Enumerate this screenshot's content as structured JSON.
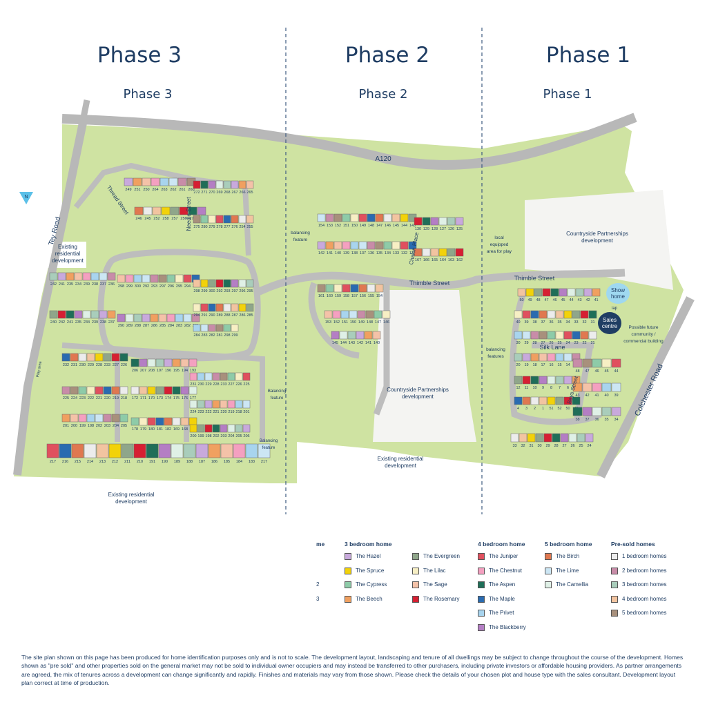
{
  "phases": [
    {
      "title": "Phase 3",
      "subtitle": "Phase 3"
    },
    {
      "title": "Phase 2",
      "subtitle": "Phase 2"
    },
    {
      "title": "Phase 1",
      "subtitle": "Phase 1"
    }
  ],
  "roads": {
    "a120": "A120",
    "tey_road": "Tey Road",
    "colchester_road": "Colchester Road",
    "thimble_street_p2": "Thimble Street",
    "thimble_street_p1": "Thimble Street",
    "silk_lane": "Silk Lane",
    "bays_street": "Bays Street",
    "needle_street": "Needle Street",
    "thread_street": "Thread Street",
    "chalon_place": "Chalon Place"
  },
  "areas": {
    "existing_residential_left": "Existing residential development",
    "existing_residential_bottom_left": "Existing residential development",
    "existing_residential_bottom_mid": "Existing residential development",
    "countryside_mid": "Countryside Partnerships development",
    "countryside_right": "Countryside Partnerships development",
    "balancing_feature_p2": "balancing feature",
    "balancing_features_p1": "balancing features",
    "balancing_feature_1": "Balancing feature",
    "balancing_feature_2": "Balancing feature",
    "local_play": "local equipped area for play",
    "future_community": "Possible future community / commercial building",
    "play_area": "Play area",
    "lap": "lap"
  },
  "badges": {
    "show_home": "Show home",
    "sales_centre": "Sales centre",
    "north": "N"
  },
  "plot_numbers_sample": {
    "p3_top": [
      "249",
      "251",
      "250",
      "264",
      "263",
      "262",
      "261",
      "260",
      "272",
      "271",
      "270",
      "269",
      "268",
      "267",
      "266",
      "265"
    ],
    "p3_mid": [
      "246",
      "245",
      "252",
      "258",
      "257",
      "256",
      "274",
      "273",
      "275",
      "280",
      "279",
      "278",
      "277",
      "276",
      "254",
      "255"
    ],
    "p3_block2": [
      "298",
      "299",
      "300",
      "292",
      "293",
      "297",
      "296",
      "295",
      "294",
      "291",
      "290",
      "289",
      "288",
      "287",
      "286",
      "285",
      "284",
      "283",
      "282",
      "281"
    ],
    "p3_left": [
      "242",
      "241",
      "235",
      "234",
      "239",
      "238",
      "237",
      "236",
      "240"
    ],
    "p3_bottom": [
      "232",
      "231",
      "230",
      "229",
      "228",
      "233",
      "227",
      "226",
      "225",
      "224",
      "223",
      "222",
      "221",
      "220",
      "219",
      "218",
      "201",
      "200",
      "199",
      "198",
      "202",
      "203",
      "204",
      "205",
      "206",
      "207",
      "208",
      "197",
      "196",
      "195",
      "194",
      "193",
      "172",
      "171",
      "170",
      "173",
      "174",
      "175",
      "176",
      "177",
      "178",
      "179",
      "180",
      "181",
      "182",
      "169",
      "168"
    ],
    "p3_row": [
      "217",
      "216",
      "215",
      "214",
      "213",
      "212",
      "211",
      "210",
      "191",
      "190",
      "189",
      "188",
      "187",
      "186",
      "185",
      "184",
      "183"
    ],
    "p2": [
      "154",
      "153",
      "152",
      "151",
      "150",
      "149",
      "148",
      "147",
      "146",
      "145",
      "144",
      "143",
      "142",
      "141",
      "140",
      "139",
      "138",
      "137",
      "136",
      "135",
      "134",
      "133",
      "132",
      "131",
      "130",
      "129",
      "128",
      "127",
      "126",
      "125",
      "167",
      "166",
      "165",
      "164",
      "163",
      "162",
      "161",
      "160",
      "159",
      "158",
      "157",
      "156",
      "155"
    ],
    "p1": [
      "50",
      "49",
      "48",
      "47",
      "46",
      "45",
      "44",
      "43",
      "42",
      "41",
      "40",
      "39",
      "38",
      "37",
      "36",
      "35",
      "34",
      "33",
      "32",
      "31",
      "30",
      "29",
      "28",
      "27",
      "26",
      "25",
      "24",
      "23",
      "22",
      "21",
      "20",
      "19",
      "18",
      "17",
      "16",
      "15",
      "14",
      "13",
      "12",
      "11",
      "10",
      "9",
      "8",
      "7",
      "6",
      "5",
      "4",
      "3",
      "2",
      "1",
      "51",
      "52"
    ]
  },
  "legend": {
    "partial_col_heading": "me",
    "partial_col_items": [
      "2",
      "3"
    ],
    "col3": {
      "heading": "3 bedroom home",
      "items": [
        {
          "label": "The Hazel",
          "color": "#c8a9dc"
        },
        {
          "label": "The Spruce",
          "color": "#f2d20a"
        },
        {
          "label": "The Cypress",
          "color": "#8ecba8"
        },
        {
          "label": "The Beech",
          "color": "#f0a060"
        }
      ]
    },
    "col3b": {
      "items": [
        {
          "label": "The Evergreen",
          "color": "#8fa68a"
        },
        {
          "label": "The Lilac",
          "color": "#f7efc4"
        },
        {
          "label": "The Sage",
          "color": "#f4c2a8"
        },
        {
          "label": "The Rosemary",
          "color": "#d61f32"
        }
      ]
    },
    "col4": {
      "heading": "4 bedroom home",
      "items": [
        {
          "label": "The Juniper",
          "color": "#e0505e"
        },
        {
          "label": "The Chestnut",
          "color": "#f4a0c0"
        },
        {
          "label": "The Aspen",
          "color": "#1f6e58"
        },
        {
          "label": "The Maple",
          "color": "#2a6bb0"
        },
        {
          "label": "The Privet",
          "color": "#a8d4ee"
        },
        {
          "label": "The Blackberry",
          "color": "#b47ec4"
        }
      ]
    },
    "col5": {
      "heading": "5 bedroom home",
      "items": [
        {
          "label": "The Birch",
          "color": "#e07850"
        },
        {
          "label": "The Lime",
          "color": "#cce6f4"
        },
        {
          "label": "The Camellia",
          "color": "#dff0e6"
        }
      ]
    },
    "presold": {
      "heading": "Pre-sold homes",
      "items": [
        {
          "label": "1 bedroom homes",
          "color": "#ececec"
        },
        {
          "label": "2 bedroom homes",
          "color": "#c88ca8"
        },
        {
          "label": "3 bedroom homes",
          "color": "#a9cdbb"
        },
        {
          "label": "4 bedroom homes",
          "color": "#f2c4a0"
        },
        {
          "label": "5 bedroom homes",
          "color": "#a8907c"
        }
      ]
    }
  },
  "disclaimer": "The site plan shown on this page has been produced for home identification purposes only and is not to scale. The development layout, landscaping and tenure of all dwellings may be subject to change throughout the course of the development. Homes shown as \"pre sold\" and other properties sold on the general market may not be sold to individual owner occupiers and may instead be transferred to other purchasers, including private investors or affordable housing providers. As partner arrangements are agreed, the mix of tenures across a development can change significantly and rapidly. Finishes and materials may vary from those shown. Please check the details of your chosen plot and house type with the sales consultant. Development layout plan correct at time of production."
}
